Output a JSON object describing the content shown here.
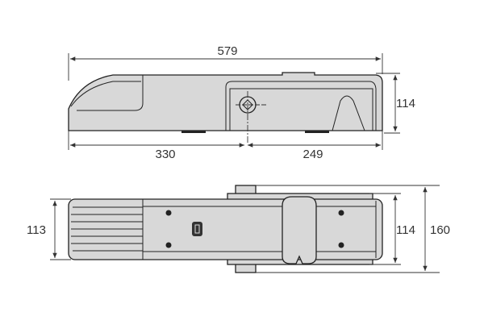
{
  "title": "Operator dimensions drawing",
  "side_view": {
    "overall_length": "579",
    "front_section_length": "330",
    "rear_section_length": "249",
    "height": "114"
  },
  "top_view": {
    "front_width": "113",
    "rear_body_width": "114",
    "overall_width": "160"
  },
  "colors": {
    "body_fill": "#d8d8d8",
    "outline": "#222222"
  }
}
